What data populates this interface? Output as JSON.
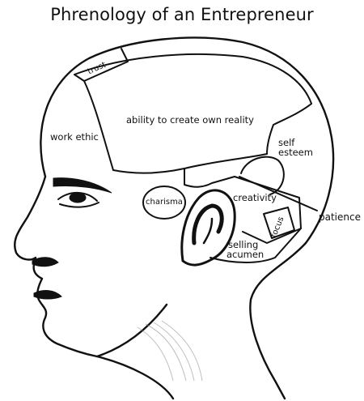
{
  "title": "Phrenology of an Entrepreneur",
  "regions": {
    "trust": "trust",
    "work_ethic": "work ethic",
    "ability": "ability to create own reality",
    "self_esteem_line1": "self",
    "self_esteem_line2": "esteem",
    "charisma": "charisma",
    "creativity": "creativity",
    "focus": "focus",
    "patience": "patience",
    "selling_line1": "selling",
    "selling_line2": "acumen"
  },
  "colors": {
    "ink": "#111111",
    "background": "#ffffff"
  }
}
